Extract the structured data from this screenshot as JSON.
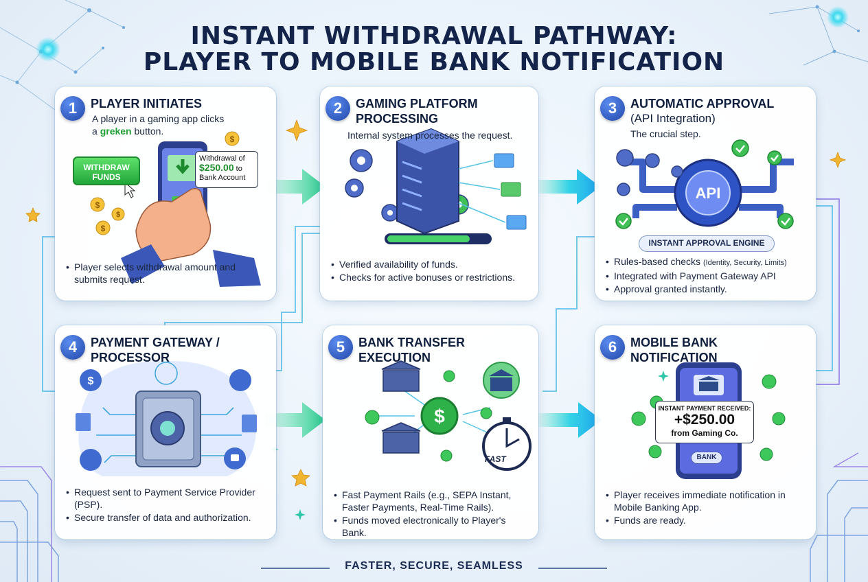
{
  "title": {
    "line1": "INSTANT WITHDRAWAL PATHWAY:",
    "line2": "PLAYER TO MOBILE BANK NOTIFICATION"
  },
  "steps": [
    {
      "number": "1",
      "title": "PLAYER INITIATES",
      "desc_a": "A player in a gaming app clicks",
      "desc_b": "a",
      "desc_green": "greken",
      "desc_c": "button.",
      "button_label": "WITHDRAW FUNDS",
      "bubble_line1": "Withdrawal of",
      "bubble_amount": "$250.00",
      "bubble_to": "to",
      "bubble_line3": "Bank Account",
      "bullets": [
        "Player selects withdrawal amount and submits request."
      ]
    },
    {
      "number": "2",
      "title": "GAMING PLATFORM PROCESSING",
      "desc": "Internal system processes the request.",
      "bullets": [
        "Verified availability of funds.",
        "Checks for active bonuses or restrictions."
      ]
    },
    {
      "number": "3",
      "title": "AUTOMATIC APPROVAL",
      "subtitle": "(API Integration)",
      "desc": "The crucial step.",
      "api_text": "API",
      "engine_label": "INSTANT APPROVAL ENGINE",
      "bullet1_main": "Rules-based checks",
      "bullet1_small": "(Identity, Security, Limits)",
      "bullets": [
        "Integrated with Payment Gateway API",
        "Approval granted instantly."
      ]
    },
    {
      "number": "4",
      "title": "PAYMENT GATEWAY / PROCESSOR",
      "bullets": [
        "Request sent to Payment Service Provider (PSP).",
        "Secure transfer of data and authorization."
      ]
    },
    {
      "number": "5",
      "title": "BANK TRANSFER EXECUTION",
      "fast_label": "FAST",
      "bullets": [
        "Fast Payment Rails (e.g., SEPA Instant, Faster Payments, Real-Time Rails).",
        "Funds moved electronically to Player's Bank."
      ]
    },
    {
      "number": "6",
      "title": "MOBILE BANK NOTIFICATION",
      "notif_header": "INSTANT PAYMENT RECEIVED:",
      "notif_amount": "+$250.00",
      "notif_from": "from Gaming Co.",
      "bank_button": "BANK",
      "bullets": [
        "Player receives immediate notification in Mobile Banking App.",
        "Funds are ready."
      ]
    }
  ],
  "footer": "FASTER, SECURE, SEAMLESS",
  "colors": {
    "navy": "#13234a",
    "badge_blue": "#2f5fd0",
    "accent_green": "#21a035",
    "arrow_cyan": "#22c9e8",
    "card_bg": "#ffffff"
  }
}
